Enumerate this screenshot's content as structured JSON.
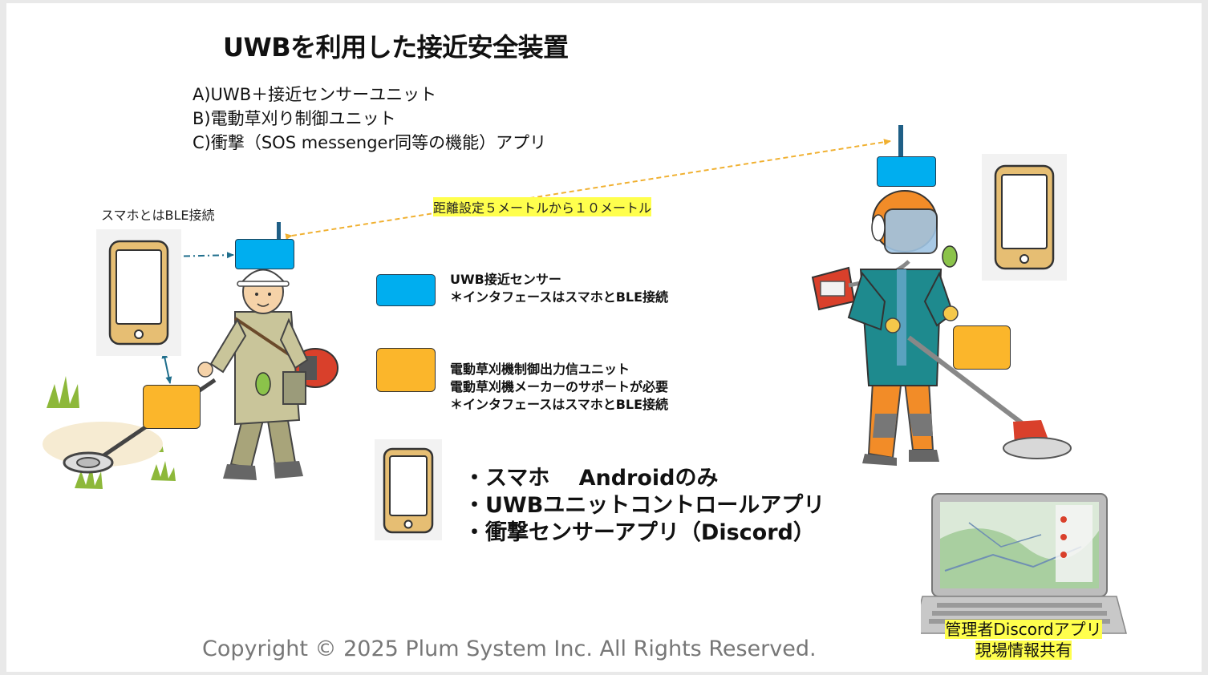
{
  "title": "UWBを利用した接近安全装置",
  "components": [
    "A)UWB＋接近センサーユニット",
    "B)電動草刈り制御ユニット",
    "C)衝撃（SOS messenger同等の機能）アプリ"
  ],
  "ble_note": "スマホとはBLE接続",
  "distance_label": "距離設定５メートルから１０メートル",
  "legend": {
    "uwb": {
      "line1": "UWB接近センサー",
      "line2": "＊インタフェースはスマホとBLE接続",
      "color": "#00AEEF"
    },
    "control": {
      "line1": "電動草刈機制御出力信ユニット",
      "line2": "電動草刈機メーカーのサポートが必要",
      "line3": "＊インタフェースはスマホとBLE接続",
      "color": "#FBB62B"
    },
    "phone": {
      "line1": "・スマホ　 Androidのみ",
      "line2": "・UWBユニットコントロールアプリ",
      "line3": "・衝撃センサーアプリ（Discord）"
    }
  },
  "admin": {
    "line1": "管理者Discordアプリ",
    "line2": "現場情報共有"
  },
  "copyright": "Copyright © 2025 Plum System Inc. All Rights Reserved.",
  "colors": {
    "sensor_blue": "#00AEEF",
    "unit_orange": "#FBB62B",
    "phone_frame": "#E6BE73",
    "arrow_orange": "#F0B030",
    "arrow_teal": "#1F6E8C",
    "highlight": "#FFFF4D"
  }
}
